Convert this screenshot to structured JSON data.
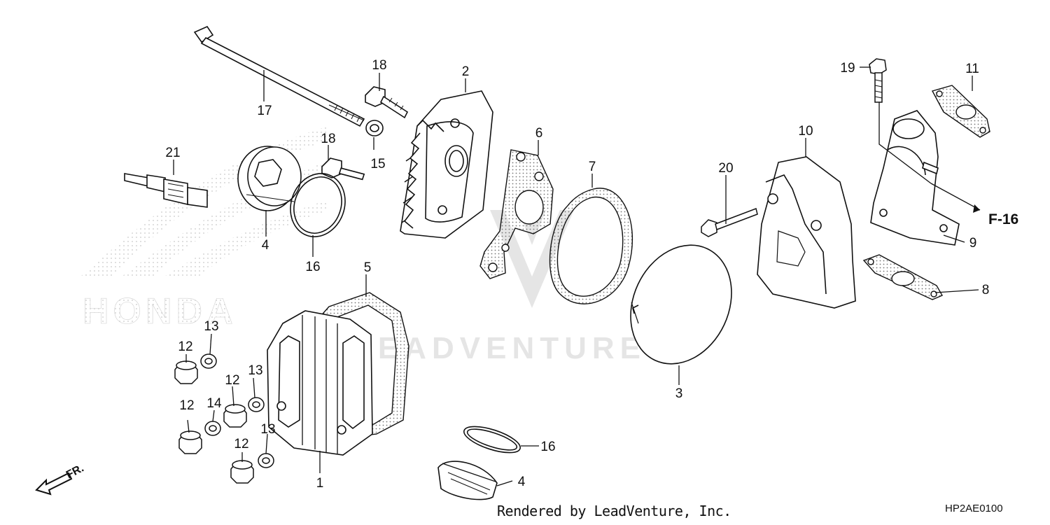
{
  "diagram": {
    "callouts": {
      "c1": "1",
      "c2": "2",
      "c3": "3",
      "c4a": "4",
      "c4b": "4",
      "c5": "5",
      "c6": "6",
      "c7": "7",
      "c8": "8",
      "c9": "9",
      "c10": "10",
      "c11": "11",
      "c12a": "12",
      "c12b": "12",
      "c12c": "12",
      "c12d": "12",
      "c13a": "13",
      "c13b": "13",
      "c13c": "13",
      "c14": "14",
      "c15": "15",
      "c16a": "16",
      "c16b": "16",
      "c17": "17",
      "c18a": "18",
      "c18b": "18",
      "c19": "19",
      "c20": "20",
      "c21": "21"
    },
    "reference": "F-16",
    "direction": "FR.",
    "watermark_brand": "HONDA",
    "watermark_text": "LEADVENTURE"
  },
  "footer": {
    "credit": "Rendered by LeadVenture, Inc.",
    "code": "HP2AE0100"
  }
}
